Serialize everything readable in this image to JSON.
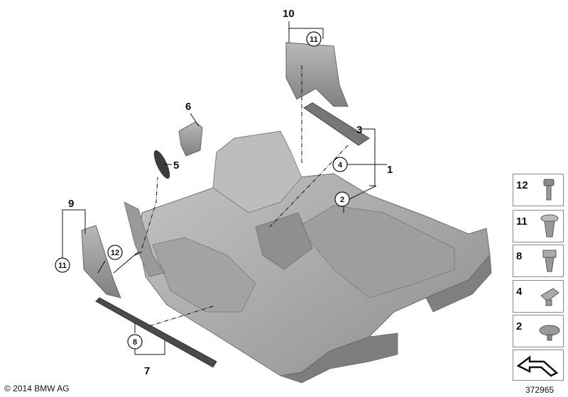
{
  "callouts": {
    "c1": "1",
    "c2": "2",
    "c3": "3",
    "c4": "4",
    "c5": "5",
    "c6": "6",
    "c7": "7",
    "c8": "8",
    "c9": "9",
    "c10": "10",
    "c11a": "11",
    "c11b": "11",
    "c12": "12"
  },
  "legend": [
    {
      "num": "12",
      "icon": "screw-icon"
    },
    {
      "num": "11",
      "icon": "expanding-rivet-icon"
    },
    {
      "num": "8",
      "icon": "clip-nut-icon"
    },
    {
      "num": "4",
      "icon": "clip-icon"
    },
    {
      "num": "2",
      "icon": "round-plug-icon"
    }
  ],
  "footer": {
    "copyright": "© 2014 BMW AG",
    "diagram_number": "372965"
  },
  "colors": {
    "part_fill": "#a9a9a9",
    "part_dark": "#7c7c7c",
    "part_light": "#c9c9c9",
    "line": "#111111"
  }
}
